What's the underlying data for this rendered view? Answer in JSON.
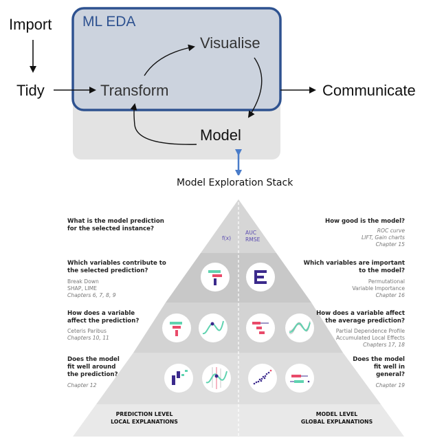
{
  "flow": {
    "import": "Import",
    "tidy": "Tidy",
    "box_title": "ML EDA",
    "transform": "Transform",
    "visualise": "Visualise",
    "model": "Model",
    "communicate": "Communicate"
  },
  "stack_title": "Model Exploration Stack",
  "pyramid": {
    "top": {
      "left_formula": "f(x)",
      "right_metrics": [
        "AUC",
        "RMSE"
      ]
    },
    "left": [
      {
        "question": [
          "What is the model prediction",
          "for the selected instance?"
        ],
        "methods": [],
        "chapter": ""
      },
      {
        "question": [
          "Which variables contribute to",
          "the selected prediction?"
        ],
        "methods": [
          "Break Down",
          "SHAP, LIME"
        ],
        "chapter": "Chapters 6, 7, 8, 9"
      },
      {
        "question": [
          "How does a variable",
          "affect the prediction?"
        ],
        "methods": [
          "Ceteris Paribus"
        ],
        "chapter": "Chapters 10, 11"
      },
      {
        "question": [
          "Does the model",
          "fit well around",
          "the prediction?"
        ],
        "methods": [],
        "chapter": "Chapter 12"
      }
    ],
    "right": [
      {
        "question": [
          "How good is the model?"
        ],
        "methods": [
          "ROC curve",
          "LIFT, Gain charts"
        ],
        "chapter": "Chapter 15"
      },
      {
        "question": [
          "Which variables are important",
          "to the model?"
        ],
        "methods": [
          "Permutational",
          "Variable Importance"
        ],
        "chapter": "Chapter 16"
      },
      {
        "question": [
          "How does a variable affect",
          "the average prediction?"
        ],
        "methods": [
          "Partial Dependence Profile",
          "Accumulated Local Effects"
        ],
        "chapter": "Chapters 17, 18"
      },
      {
        "question": [
          "Does the model",
          "fit well in",
          "general?"
        ],
        "methods": [],
        "chapter": "Chapter 19"
      }
    ],
    "levels": {
      "left": [
        "PREDICTION LEVEL",
        "LOCAL EXPLANATIONS"
      ],
      "right": [
        "MODEL LEVEL",
        "GLOBAL EXPLANATIONS"
      ]
    }
  },
  "colors": {
    "box_border": "#2e5290",
    "box_fill": "#ccd3de",
    "back_panel": "#e3e3e3",
    "title_blue": "#2e5290",
    "double_arrow": "#4a7cc9",
    "accent_pink": "#e94a6a",
    "accent_teal": "#5fd3b0",
    "accent_navy": "#3b2a8c"
  },
  "icons": [
    "waterfall-icon",
    "importance-bars-icon",
    "ceteris-paribus-icon",
    "profile-curve-icon",
    "pd-boxplot-icon",
    "pd-curves-icon",
    "residual-bars-icon",
    "residual-curve-icon",
    "scatter-fit-icon",
    "residual-boxplot-icon"
  ]
}
